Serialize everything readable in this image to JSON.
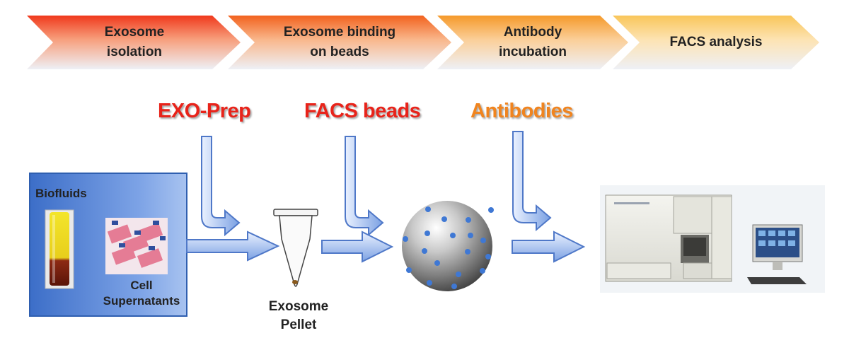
{
  "steps": [
    {
      "label": "Exosome\nisolation"
    },
    {
      "label": "Exosome binding\non beads"
    },
    {
      "label": "Antibody\nincubation"
    },
    {
      "label": "FACS analysis"
    }
  ],
  "reagents": [
    {
      "label": "EXO-Prep",
      "color": "#e8231a"
    },
    {
      "label": "FACS beads",
      "color": "#e8231a"
    },
    {
      "label": "Antibodies",
      "color": "#f0841f"
    }
  ],
  "samples": {
    "biofluids_label": "Biofluids",
    "supernatants_label": "Cell\nSupernatants"
  },
  "pellet_label": "Exosome\nPellet",
  "colors": {
    "arrow_blue": "#5b86d6",
    "panel_blue": "#4d7fd1",
    "bead_dot": "#3f78d4"
  }
}
